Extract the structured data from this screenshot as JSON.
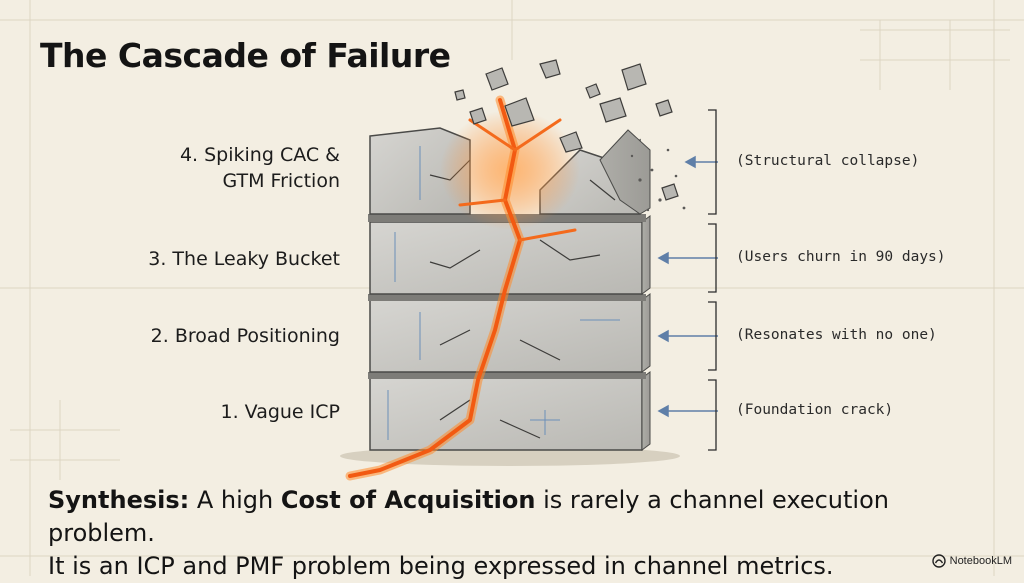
{
  "title": "The Cascade of Failure",
  "layers": [
    {
      "level": 4,
      "label": "4. Spiking CAC &\nGTM Friction",
      "note": "(Structural collapse)"
    },
    {
      "level": 3,
      "label": "3. The Leaky Bucket",
      "note": "(Users churn in 90 days)"
    },
    {
      "level": 2,
      "label": "2. Broad Positioning",
      "note": "(Resonates with no one)"
    },
    {
      "level": 1,
      "label": "1. Vague ICP",
      "note": "(Foundation crack)"
    }
  ],
  "synthesis": {
    "lead": "Synthesis:",
    "part1": " A high ",
    "emphasis": "Cost of Acquisition",
    "part2": " is rarely a channel execution problem.",
    "line2": "It is an ICP and PMF problem being expressed in channel metrics."
  },
  "brand": {
    "name": "NotebookLM",
    "icon": "notebooklm-logo-icon"
  },
  "colors": {
    "background": "#f3eee2",
    "concrete": "#c9c8c4",
    "crack_glow": "#ff7a1a",
    "ink": "#1b1b1b",
    "arrow": "#5f7fa8"
  }
}
